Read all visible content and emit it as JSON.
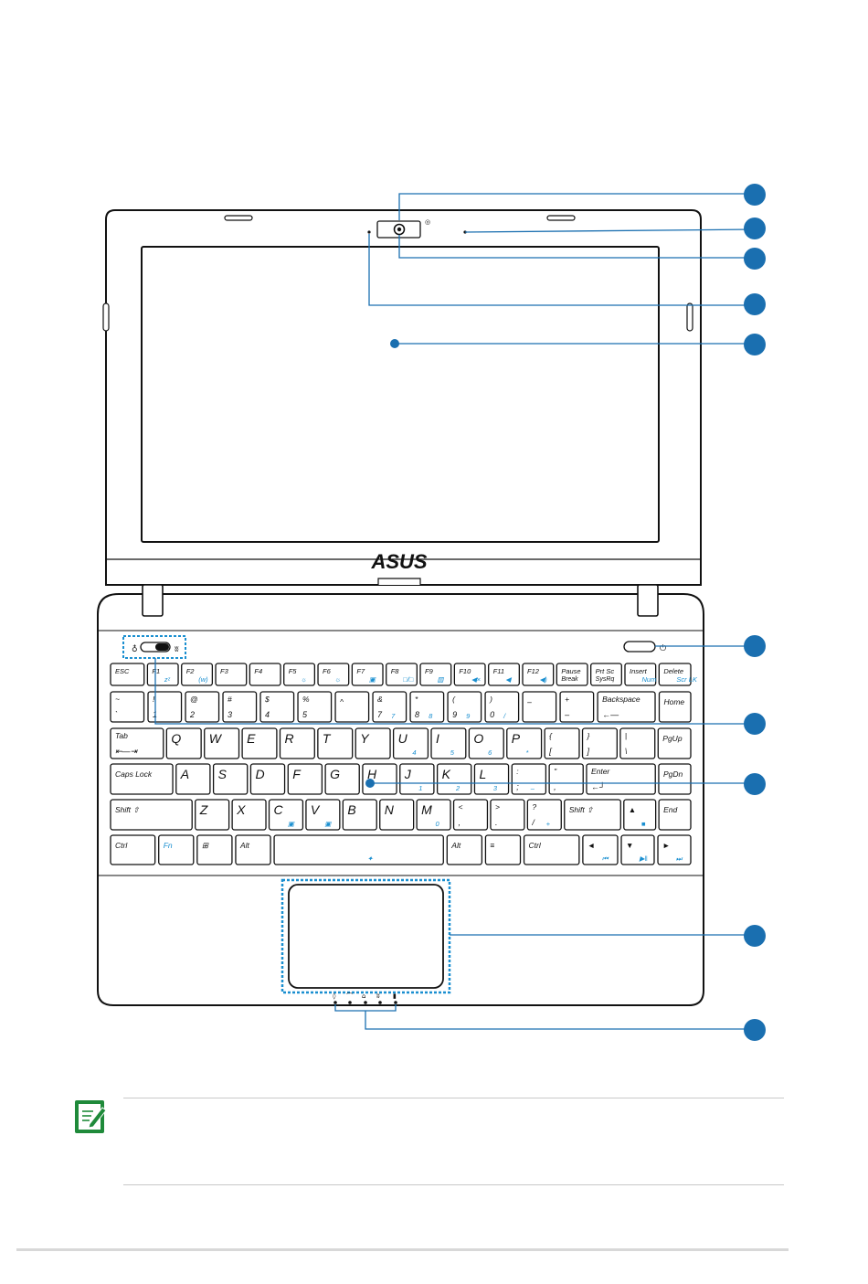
{
  "brand": {
    "logo_text": "ASUS"
  },
  "keyboard": {
    "rows": [
      [
        {
          "id": "esc",
          "label": "ESC"
        },
        {
          "id": "f1",
          "label": "F1",
          "alt": "zᶻ"
        },
        {
          "id": "f2",
          "label": "F2",
          "alt": "(ᴡ)"
        },
        {
          "id": "f3",
          "label": "F3"
        },
        {
          "id": "f4",
          "label": "F4"
        },
        {
          "id": "f5",
          "label": "F5",
          "alt": "☼"
        },
        {
          "id": "f6",
          "label": "F6",
          "alt": "☼"
        },
        {
          "id": "f7",
          "label": "F7",
          "alt": "▣"
        },
        {
          "id": "f8",
          "label": "F8",
          "alt": "□/□"
        },
        {
          "id": "f9",
          "label": "F9",
          "alt": "▨"
        },
        {
          "id": "f10",
          "label": "F10",
          "alt": "◀×"
        },
        {
          "id": "f11",
          "label": "F11",
          "alt": "◀"
        },
        {
          "id": "f12",
          "label": "F12",
          "alt": "◀)"
        },
        {
          "id": "pause",
          "label": "Pause",
          "label2": "Break"
        },
        {
          "id": "prtsc",
          "label": "Prt Sc",
          "label2": "SysRq"
        },
        {
          "id": "insert",
          "label": "Insert",
          "alt": "Num LK"
        },
        {
          "id": "delete",
          "label": "Delete",
          "alt": "Scr LK"
        }
      ],
      [
        {
          "id": "tilde",
          "label": "~",
          "label2": "`"
        },
        {
          "id": "k1",
          "label": "!",
          "label2": "1"
        },
        {
          "id": "k2",
          "label": "@",
          "label2": "2"
        },
        {
          "id": "k3",
          "label": "#",
          "label2": "3"
        },
        {
          "id": "k4",
          "label": "$",
          "label2": "4"
        },
        {
          "id": "k5",
          "label": "%",
          "label2": "5"
        },
        {
          "id": "k6",
          "label": "^"
        },
        {
          "id": "k7",
          "label": "&",
          "label2": "7",
          "alt": "7"
        },
        {
          "id": "k8",
          "label": "*",
          "label2": "8",
          "alt": "8"
        },
        {
          "id": "k9",
          "label": "(",
          "label2": "9",
          "alt": "9"
        },
        {
          "id": "k0",
          "label": ")",
          "label2": "0",
          "alt": "/"
        },
        {
          "id": "minus",
          "label": "–"
        },
        {
          "id": "plus",
          "label": "+",
          "label2": "–"
        },
        {
          "id": "backspace",
          "label": "Backspace",
          "label2": "←—"
        },
        {
          "id": "home",
          "label": "Home"
        }
      ],
      [
        {
          "id": "tab",
          "label": "Tab",
          "label2": "⇤—⇥"
        },
        {
          "id": "q",
          "label": "Q"
        },
        {
          "id": "w",
          "label": "W"
        },
        {
          "id": "e",
          "label": "E"
        },
        {
          "id": "r",
          "label": "R"
        },
        {
          "id": "t",
          "label": "T"
        },
        {
          "id": "y",
          "label": "Y"
        },
        {
          "id": "u",
          "label": "U",
          "alt": "4"
        },
        {
          "id": "i",
          "label": "I",
          "alt": "5"
        },
        {
          "id": "o",
          "label": "O",
          "alt": "6"
        },
        {
          "id": "p",
          "label": "P",
          "alt": "*"
        },
        {
          "id": "lbrace",
          "label": "{",
          "label2": "["
        },
        {
          "id": "rbrace",
          "label": "}",
          "label2": "]"
        },
        {
          "id": "pipe",
          "label": "|",
          "label2": "\\"
        },
        {
          "id": "pgup",
          "label": "PgUp"
        }
      ],
      [
        {
          "id": "caps",
          "label": "Caps Lock"
        },
        {
          "id": "a",
          "label": "A"
        },
        {
          "id": "s",
          "label": "S"
        },
        {
          "id": "d",
          "label": "D"
        },
        {
          "id": "f",
          "label": "F"
        },
        {
          "id": "g",
          "label": "G"
        },
        {
          "id": "h",
          "label": "H"
        },
        {
          "id": "j",
          "label": "J",
          "alt": "1"
        },
        {
          "id": "k",
          "label": "K",
          "alt": "2"
        },
        {
          "id": "l",
          "label": "L",
          "alt": "3"
        },
        {
          "id": "semi",
          "label": ":",
          "label2": ";",
          "alt": "–"
        },
        {
          "id": "quote",
          "label": "\"",
          "label2": ","
        },
        {
          "id": "enter",
          "label": "Enter",
          "label2": "←┘"
        },
        {
          "id": "pgdn",
          "label": "PgDn"
        }
      ],
      [
        {
          "id": "shiftl",
          "label": "Shift ⇧"
        },
        {
          "id": "z",
          "label": "Z"
        },
        {
          "id": "x",
          "label": "X"
        },
        {
          "id": "c",
          "label": "C",
          "alt": "▣"
        },
        {
          "id": "v",
          "label": "V",
          "alt": "▣"
        },
        {
          "id": "b",
          "label": "B"
        },
        {
          "id": "n",
          "label": "N"
        },
        {
          "id": "m",
          "label": "M",
          "alt": "0"
        },
        {
          "id": "lt",
          "label": "<",
          "label2": ","
        },
        {
          "id": "gt",
          "label": ">",
          "label2": "."
        },
        {
          "id": "slash",
          "label": "?",
          "label2": "/",
          "alt": "+"
        },
        {
          "id": "shiftr",
          "label": "Shift ⇧"
        },
        {
          "id": "up",
          "label": "▲",
          "alt": "■"
        },
        {
          "id": "end",
          "label": "End"
        }
      ],
      [
        {
          "id": "ctrll",
          "label": "Ctrl"
        },
        {
          "id": "fn",
          "label": "Fn",
          "blue": true
        },
        {
          "id": "win",
          "label": "⊞"
        },
        {
          "id": "altl",
          "label": "Alt"
        },
        {
          "id": "space",
          "label": "",
          "alt": "✦"
        },
        {
          "id": "altr",
          "label": "Alt"
        },
        {
          "id": "menu",
          "label": "≡"
        },
        {
          "id": "ctrlr",
          "label": "Ctrl"
        },
        {
          "id": "left",
          "label": "◄",
          "alt": "⏮"
        },
        {
          "id": "down",
          "label": "▼",
          "alt": "▶‖"
        },
        {
          "id": "right",
          "label": "►",
          "alt": "⏭"
        }
      ]
    ]
  },
  "indicators": {
    "power_symbol": "⏻",
    "led_icons": [
      "☀",
      "○",
      "◎",
      "◈",
      "◉"
    ]
  },
  "callouts": [
    {
      "id": "camera-led"
    },
    {
      "id": "microphone"
    },
    {
      "id": "camera"
    },
    {
      "id": "ambient-sensor"
    },
    {
      "id": "display-panel"
    },
    {
      "id": "power-switch"
    },
    {
      "id": "wireless-switch"
    },
    {
      "id": "keyboard"
    },
    {
      "id": "touchpad"
    },
    {
      "id": "status-indicators"
    }
  ],
  "note": {
    "icon": "note-pencil-icon"
  }
}
